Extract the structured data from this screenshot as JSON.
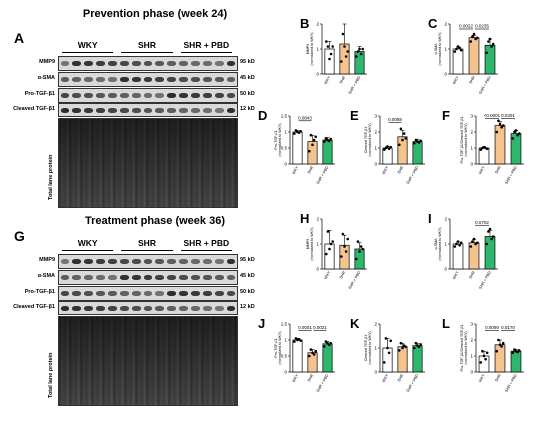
{
  "sections": [
    {
      "title": "Prevention phase (week 24)"
    },
    {
      "title": "Treatment phase (week 36)"
    }
  ],
  "blots": [
    {
      "letter": "A",
      "groups": [
        "WKY",
        "SHR",
        "SHR + PBD"
      ],
      "rows": [
        {
          "label": "MMP9",
          "kd": "95 kD"
        },
        {
          "label": "α-SMA",
          "kd": "45 kD"
        },
        {
          "label": "Pro-TGF-β1",
          "kd": "50 kD"
        },
        {
          "label": "Cleaved TGF-β1",
          "kd": "12 kD"
        }
      ],
      "total_label": "Total lane protein"
    },
    {
      "letter": "G",
      "groups": [
        "WKY",
        "SHR",
        "SHR + PBD"
      ],
      "rows": [
        {
          "label": "MMP9",
          "kd": "95 kD"
        },
        {
          "label": "α-SMA",
          "kd": "45 kD"
        },
        {
          "label": "Pro-TGF-β1",
          "kd": "50 kD"
        },
        {
          "label": "Cleaved TGF-β1",
          "kd": "12 kD"
        }
      ],
      "total_label": "Total lane protein"
    }
  ],
  "colors": {
    "WKY": "#ffffff",
    "SHR": "#f5c38e",
    "SHR + PBD": "#2fb66e"
  },
  "chart_data": [
    {
      "letter": "B",
      "type": "bar",
      "ylabel": "MMP9\n(normalized to WKY)",
      "ylim": [
        0,
        2
      ],
      "yticks": [
        0,
        1,
        2
      ],
      "categories": [
        "WKY",
        "SHR",
        "SHR + PBD"
      ],
      "values": [
        1.0,
        1.2,
        0.9
      ],
      "err": [
        0.3,
        0.8,
        0.2
      ],
      "points": [
        [
          1.3,
          1.1,
          0.6,
          0.8,
          1.1
        ],
        [
          0.5,
          1.6,
          1.1,
          0.7,
          0.9
        ],
        [
          0.7,
          0.9,
          1.0,
          0.8,
          1.0
        ]
      ],
      "comparisons": []
    },
    {
      "letter": "C",
      "type": "bar",
      "ylabel": "α-SMA\n(normalized to WKY)",
      "ylim": [
        0,
        2
      ],
      "yticks": [
        0,
        1,
        2
      ],
      "categories": [
        "WKY",
        "SHR",
        "SHR + PBD"
      ],
      "values": [
        1.0,
        1.45,
        1.15
      ],
      "err": [
        0.08,
        0.1,
        0.25
      ],
      "points": [
        [
          0.9,
          1.0,
          1.1,
          1.05,
          0.95
        ],
        [
          1.3,
          1.5,
          1.6,
          1.4,
          1.45
        ],
        [
          0.85,
          1.3,
          1.4,
          1.1,
          1.2
        ]
      ],
      "comparisons": [
        {
          "from": 0,
          "to": 1,
          "label": "0.0022",
          "y": 1.8
        },
        {
          "from": 1,
          "to": 2,
          "label": "0.0235",
          "y": 1.8
        }
      ]
    },
    {
      "letter": "D",
      "type": "bar",
      "ylabel": "Pro-TGF-β1\n(normalized to WKY)",
      "ylim": [
        0,
        1.5
      ],
      "yticks": [
        0,
        0.5,
        1.0,
        1.5
      ],
      "categories": [
        "WKY",
        "SHR",
        "SHR + PBD"
      ],
      "values": [
        1.0,
        0.7,
        0.75
      ],
      "err": [
        0.05,
        0.2,
        0.08
      ],
      "points": [
        [
          0.95,
          1.05,
          1.0,
          0.98,
          1.02
        ],
        [
          0.4,
          0.9,
          0.6,
          0.75,
          0.85
        ],
        [
          0.7,
          0.8,
          0.75,
          0.72,
          0.78
        ]
      ],
      "comparisons": [
        {
          "from": 0,
          "to": 1,
          "label": "0.0843",
          "y": 1.35
        }
      ]
    },
    {
      "letter": "E",
      "type": "bar",
      "ylabel": "Cleaved TGF-β1\n(normalized to WKY)",
      "ylim": [
        0,
        3
      ],
      "yticks": [
        0,
        1,
        2,
        3
      ],
      "categories": [
        "WKY",
        "SHR",
        "SHR + PBD"
      ],
      "values": [
        1.0,
        1.7,
        1.4
      ],
      "err": [
        0.1,
        0.4,
        0.15
      ],
      "points": [
        [
          0.9,
          1.0,
          1.1,
          0.95,
          1.05
        ],
        [
          1.2,
          2.2,
          1.5,
          1.9,
          1.6
        ],
        [
          1.3,
          1.5,
          1.4,
          1.35,
          1.45
        ]
      ],
      "comparisons": [
        {
          "from": 0,
          "to": 1,
          "label": "0.0068",
          "y": 2.6
        }
      ]
    },
    {
      "letter": "F",
      "type": "bar",
      "ylabel": "Pro-TGF-β1/Cleaved TGF-β1\n(normalized to WKY)",
      "ylim": [
        0,
        3
      ],
      "yticks": [
        0,
        1,
        2,
        3
      ],
      "categories": [
        "WKY",
        "SHR",
        "SHR + PBD"
      ],
      "values": [
        1.0,
        2.4,
        1.9
      ],
      "err": [
        0.08,
        0.25,
        0.2
      ],
      "points": [
        [
          0.9,
          1.0,
          1.05,
          1.0,
          0.95
        ],
        [
          2.0,
          2.7,
          2.5,
          2.3,
          2.4
        ],
        [
          1.6,
          2.0,
          2.1,
          1.8,
          1.9
        ]
      ],
      "comparisons": [
        {
          "from": 0,
          "to": 1,
          "label": "<0.0001",
          "y": 2.85
        },
        {
          "from": 1,
          "to": 2,
          "label": "0.0401",
          "y": 2.85
        }
      ]
    },
    {
      "letter": "H",
      "type": "bar",
      "ylabel": "MMP9\n(normalized to WKY)",
      "ylim": [
        0,
        2
      ],
      "yticks": [
        0,
        1,
        2
      ],
      "categories": [
        "WKY",
        "SHR",
        "SHR + PBD"
      ],
      "values": [
        1.0,
        0.95,
        0.8
      ],
      "err": [
        0.55,
        0.4,
        0.25
      ],
      "points": [
        [
          0.6,
          1.5,
          0.8,
          1.0,
          1.1
        ],
        [
          0.5,
          1.4,
          0.9,
          0.7,
          1.2
        ],
        [
          0.4,
          1.1,
          0.7,
          0.9,
          0.8
        ]
      ],
      "comparisons": []
    },
    {
      "letter": "I",
      "type": "bar",
      "ylabel": "α-SMA\n(normalized to WKY)",
      "ylim": [
        0,
        2
      ],
      "yticks": [
        0,
        1,
        2
      ],
      "categories": [
        "WKY",
        "SHR",
        "SHR + PBD"
      ],
      "values": [
        1.0,
        1.05,
        1.3
      ],
      "err": [
        0.08,
        0.12,
        0.25
      ],
      "points": [
        [
          0.9,
          1.0,
          1.1,
          0.95,
          1.05
        ],
        [
          0.9,
          1.1,
          1.2,
          1.0,
          1.05
        ],
        [
          1.0,
          1.5,
          1.6,
          1.2,
          1.3
        ]
      ],
      "comparisons": [
        {
          "from": 1,
          "to": 2,
          "label": "0.0702",
          "y": 1.75
        }
      ]
    },
    {
      "letter": "J",
      "type": "bar",
      "ylabel": "Pro-TGF-β1\n(normalized to WKY)",
      "ylim": [
        0,
        1.5
      ],
      "yticks": [
        0,
        0.5,
        1.0,
        1.5
      ],
      "categories": [
        "WKY",
        "SHR",
        "SHR + PBD"
      ],
      "values": [
        1.0,
        0.6,
        0.88
      ],
      "err": [
        0.05,
        0.1,
        0.07
      ],
      "points": [
        [
          0.95,
          1.05,
          1.0,
          1.02,
          0.98
        ],
        [
          0.5,
          0.7,
          0.6,
          0.55,
          0.65
        ],
        [
          0.8,
          0.95,
          0.9,
          0.85,
          0.9
        ]
      ],
      "comparisons": [
        {
          "from": 0,
          "to": 1,
          "label": "0.0001",
          "y": 1.3
        },
        {
          "from": 1,
          "to": 2,
          "label": "0.0021",
          "y": 1.3
        }
      ]
    },
    {
      "letter": "K",
      "type": "bar",
      "ylabel": "Cleaved TGF-β1\n(normalized to WKY)",
      "ylim": [
        0,
        2
      ],
      "yticks": [
        0,
        1,
        2
      ],
      "categories": [
        "WKY",
        "SHR",
        "SHR + PBD"
      ],
      "values": [
        1.0,
        1.05,
        1.1
      ],
      "err": [
        0.4,
        0.15,
        0.1
      ],
      "points": [
        [
          0.4,
          1.4,
          1.0,
          0.8,
          1.3
        ],
        [
          0.9,
          1.2,
          1.0,
          1.1,
          1.05
        ],
        [
          1.0,
          1.2,
          1.1,
          1.05,
          1.15
        ]
      ],
      "comparisons": []
    },
    {
      "letter": "L",
      "type": "bar",
      "ylabel": "Pro-TGF-β1/Cleaved TGF-β1\n(normalized to WKY)",
      "ylim": [
        0,
        3
      ],
      "yticks": [
        0,
        1,
        2,
        3
      ],
      "categories": [
        "WKY",
        "SHR",
        "SHR + PBD"
      ],
      "values": [
        1.0,
        1.7,
        1.3
      ],
      "err": [
        0.3,
        0.3,
        0.12
      ],
      "points": [
        [
          0.6,
          1.3,
          1.0,
          0.8,
          1.2
        ],
        [
          1.3,
          2.0,
          1.7,
          1.6,
          1.8
        ],
        [
          1.2,
          1.4,
          1.3,
          1.25,
          1.35
        ]
      ],
      "comparisons": [
        {
          "from": 0,
          "to": 1,
          "label": "0.0069",
          "y": 2.6
        },
        {
          "from": 1,
          "to": 2,
          "label": "0.0170",
          "y": 2.6
        }
      ]
    }
  ]
}
